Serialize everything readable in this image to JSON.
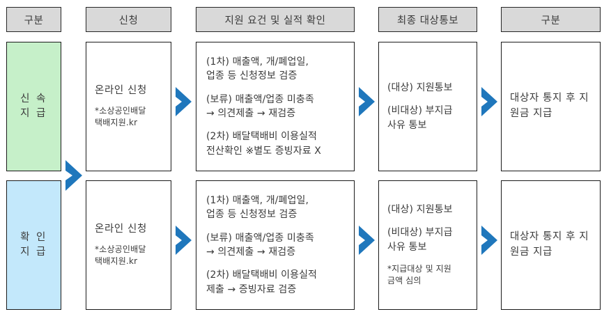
{
  "accent_color": "#1f77bc",
  "header_fill": "#d9d9d9",
  "row_colors": {
    "fast": "#c6f0c9",
    "confirm": "#c3e8fb"
  },
  "headers": [
    {
      "label": "구분"
    },
    {
      "label": "신청"
    },
    {
      "label": "지원 요건 및 실적 확인"
    },
    {
      "label": "최종 대상통보"
    },
    {
      "label": "구분"
    }
  ],
  "rows": [
    {
      "id": "fast-payment",
      "category": "신 속\n지 급",
      "apply": {
        "title": "온라인 신청",
        "note": "*소상공인배달\n택배지원.kr"
      },
      "review": {
        "step1": "(1차) 매출액, 개/폐업일,\n업종 등 신청정보 검증",
        "step2": "(보류) 매출액/업종 미충족\n→ 의견제출 → 재검증",
        "step3": "(2차) 배달택배비 이용실적\n전산확인 ※별도 증빙자료 X"
      },
      "notice": {
        "line1": "(대상) 지원통보",
        "line2": "(비대상) 부지급\n사유 통보",
        "note": ""
      },
      "result": "대상자 통지 후 지\n원금 지급"
    },
    {
      "id": "confirm-payment",
      "category": "확 인\n지 급",
      "apply": {
        "title": "온라인 신청",
        "note": "*소상공인배달\n택배지원.kr"
      },
      "review": {
        "step1": "(1차) 매출액, 개/폐업일,\n업종 등 신청정보 검증",
        "step2": "(보류) 매출액/업종 미충족\n→ 의견제출 → 재검증",
        "step3": "(2차) 배달택배비 이용실적\n제출 → 증빙자료 검증"
      },
      "notice": {
        "line1": "(대상) 지원통보",
        "line2": "(비대상) 부지급\n사유 통보",
        "note": "*지급대상 및 지원\n금액 심의"
      },
      "result": "대상자 통지 후 지\n원금 지급"
    }
  ],
  "arrows": [
    {
      "name": "arrow-category-to-apply-row1"
    },
    {
      "name": "arrow-apply-to-review-row1"
    },
    {
      "name": "arrow-review-to-notice-row1"
    },
    {
      "name": "arrow-notice-to-result-row1"
    },
    {
      "name": "arrow-apply-to-review-row2"
    },
    {
      "name": "arrow-review-to-notice-row2"
    },
    {
      "name": "arrow-notice-to-result-row2"
    }
  ]
}
